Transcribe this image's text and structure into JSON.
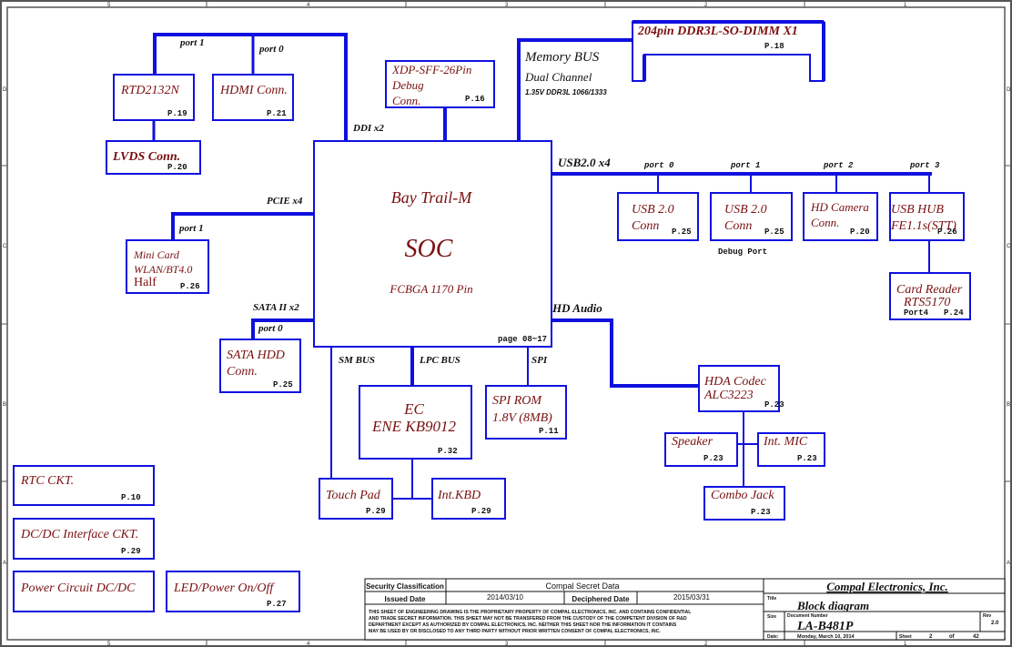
{
  "diagram": {
    "soc": {
      "name": "Bay Trail-M",
      "type": "SOC",
      "package": "FCBGA 1170 Pin",
      "page": "page 08~17"
    },
    "buses": {
      "ddi": "DDI x2",
      "pcie": "PCIE x4",
      "sata": "SATA II x2",
      "usb": "USB2.0 x4",
      "hda": "HD Audio",
      "smbus": "SM BUS",
      "lpc": "LPC BUS",
      "spi": "SPI",
      "memory_bus": "Memory BUS",
      "memory_channel": "Dual Channel",
      "memory_spec": "1.35V DDR3L 1066/1333"
    },
    "ports": {
      "ddi_port1": "port 1",
      "ddi_port0": "port 0",
      "pcie_port1": "port 1",
      "sata_port0": "port 0",
      "usb_port0": "port 0",
      "usb_port1": "port 1",
      "usb_port2": "port 2",
      "usb_port3": "port 3"
    },
    "blocks": {
      "rtd": {
        "line1": "RTD2132N",
        "page": "P.19"
      },
      "hdmi": {
        "line1": "HDMI Conn.",
        "page": "P.21"
      },
      "lvds": {
        "line1": "LVDS  Conn.",
        "page": "P.20"
      },
      "xdp": {
        "line1": "XDP-SFF-26Pin",
        "line2": "Debug",
        "line3": "Conn.",
        "page": "P.16"
      },
      "dimm": {
        "line1": "204pin DDR3L-SO-DIMM X1",
        "page": "P.18"
      },
      "minicard": {
        "line1": "Mini Card",
        "line2": "WLAN/BT4.0",
        "line3": "Half",
        "page": "P.26"
      },
      "sata_hdd": {
        "line1": "SATA HDD",
        "line2": "Conn.",
        "page": "P.25"
      },
      "usb0": {
        "line1": "USB 2.0",
        "line2": "Conn",
        "page": "P.25"
      },
      "usb1": {
        "line1": "USB 2.0",
        "line2": "Conn",
        "page": "P.25",
        "note": "Debug Port"
      },
      "camera": {
        "line1": "HD Camera",
        "line2": "Conn.",
        "page": "P.20"
      },
      "usbhub": {
        "line1": "USB HUB",
        "line2": "FE1.1s(STT)",
        "page": "P.26"
      },
      "cardreader": {
        "line1": "Card Reader",
        "line2": "RTS5170",
        "port": "Port4",
        "page": "P.24"
      },
      "ec": {
        "line1": "EC",
        "line2": "ENE KB9012",
        "page": "P.32"
      },
      "spirom": {
        "line1": "SPI ROM",
        "line2": "1.8V (8MB)",
        "page": "P.11"
      },
      "hdacodec": {
        "line1": "HDA Codec",
        "line2": "ALC3223",
        "page": "P.23"
      },
      "speaker": {
        "line1": "Speaker",
        "page": "P.23"
      },
      "intmic": {
        "line1": "Int. MIC",
        "page": "P.23"
      },
      "combojack": {
        "line1": "Combo Jack",
        "page": "P.23"
      },
      "touchpad": {
        "line1": "Touch Pad",
        "page": "P.29"
      },
      "intkbd": {
        "line1": "Int.KBD",
        "page": "P.29"
      },
      "rtc": {
        "line1": "RTC CKT.",
        "page": "P.10"
      },
      "dcdcif": {
        "line1": "DC/DC Interface CKT.",
        "page": "P.29"
      },
      "power": {
        "line1": "Power Circuit DC/DC"
      },
      "led": {
        "line1": "LED/Power On/Off",
        "page": "P.27"
      }
    }
  },
  "frame": {
    "columns": [
      "5",
      "4",
      "3",
      "2",
      "1"
    ],
    "rows": [
      "D",
      "C",
      "B",
      "A"
    ]
  },
  "title_block": {
    "security_label": "Security Classification",
    "security_value": "Compal Secret Data",
    "issued_label": "Issued Date",
    "issued_value": "2014/03/10",
    "deciphered_label": "Deciphered Date",
    "deciphered_value": "2015/03/31",
    "notice": [
      "THIS SHEET OF ENGINEERING DRAWING IS THE PROPRIETARY PROPERTY OF COMPAL ELECTRONICS, INC. AND CONTAINS CONFIDENTIAL",
      "AND TRADE SECRET INFORMATION. THIS SHEET MAY NOT BE TRANSFERED FROM THE CUSTODY OF THE COMPETENT DIVISION OF R&D",
      "DEPARTMENT EXCEPT AS AUTHORIZED BY COMPAL ELECTRONICS, INC. NEITHER THIS SHEET NOR THE INFORMATION IT CONTAINS",
      "MAY BE USED BY OR DISCLOSED TO ANY THIRD PARTY WITHOUT PRIOR WRITTEN CONSENT OF COMPAL ELECTRONICS, INC."
    ],
    "company": "Compal Electronics, Inc.",
    "title_label": "Title",
    "title_value": "Block diagram",
    "size_label": "Size",
    "docnum_label": "Document Number",
    "docnum_value": "LA-B481P",
    "rev_label": "Rev",
    "rev_value": "2.0",
    "date_label": "Date:",
    "date_value": "Monday, March 10, 2014",
    "sheet_label": "Sheet",
    "sheet_value": "2",
    "of_label": "of",
    "sheet_total": "42"
  }
}
